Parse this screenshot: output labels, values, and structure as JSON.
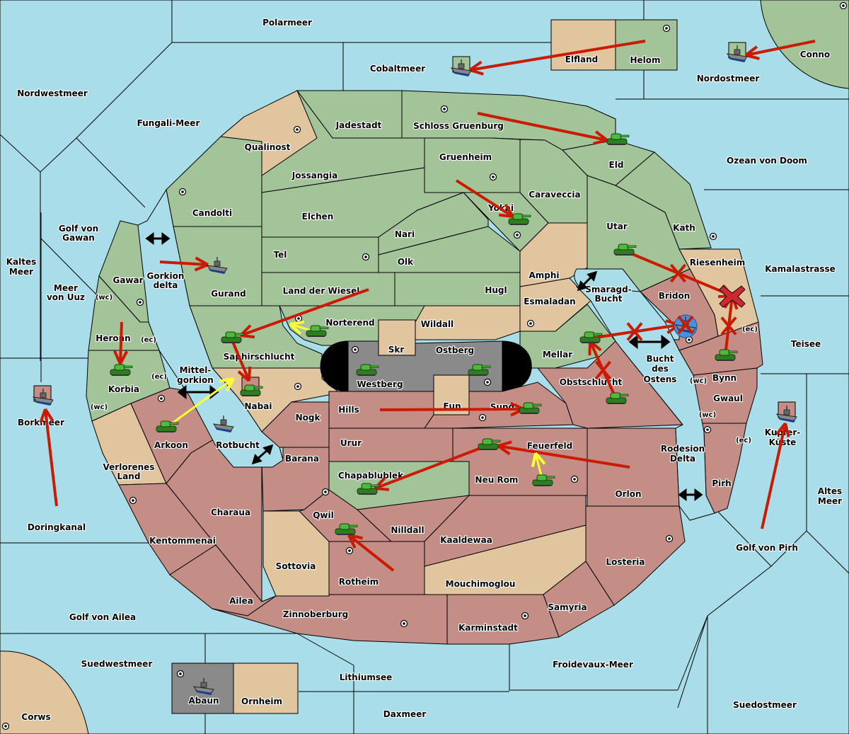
{
  "title": "Diplomacy Map",
  "colors": {
    "sea": "#a8dde9",
    "green_power": "#a3c499",
    "red_power": "#c48d86",
    "neutral": "#e1c59f",
    "grey_power": "#8a8a8a",
    "order_move": "#cc1a00",
    "order_support": "#ffff33",
    "convoy_arrow": "#000000",
    "dislodged_ring": "#4a90e0"
  },
  "seas": [
    {
      "name": "Polarmeer"
    },
    {
      "name": "Cobaltmeer"
    },
    {
      "name": "Nordostmeer"
    },
    {
      "name": "Nordwestmeer"
    },
    {
      "name": "Fungali-Meer"
    },
    {
      "name": "Ozean von Doom"
    },
    {
      "name": "Golf von Gawan"
    },
    {
      "name": "Kaltes Meer"
    },
    {
      "name": "Meer von Uuz"
    },
    {
      "name": "Kamalastrasse"
    },
    {
      "name": "Teisee"
    },
    {
      "name": "Borkmeer"
    },
    {
      "name": "Doringkanal"
    },
    {
      "name": "Altes Meer"
    },
    {
      "name": "Golf von Pirh"
    },
    {
      "name": "Golf von Ailea"
    },
    {
      "name": "Suedwestmeer"
    },
    {
      "name": "Lithiumsee"
    },
    {
      "name": "Daxmeer"
    },
    {
      "name": "Froidevaux-Meer"
    },
    {
      "name": "Suedostmeer"
    },
    {
      "name": "Gorkion delta"
    },
    {
      "name": "Mittel-gorkion"
    },
    {
      "name": "Rotbucht"
    },
    {
      "name": "Smaragd-Bucht"
    },
    {
      "name": "Bucht des Ostens"
    },
    {
      "name": "Rodesion Delta"
    },
    {
      "name": "Kupfer-Küste"
    }
  ],
  "labels": {
    "polarmeer": "Polarmeer",
    "cobaltmeer": "Cobaltmeer",
    "nordostmeer": "Nordostmeer",
    "nordwestmeer": "Nordwestmeer",
    "fungali": "Fungali-Meer",
    "ozean": "Ozean von Doom",
    "gawan1": "Golf von",
    "gawan2": "Gawan",
    "kaltes1": "Kaltes",
    "kaltes2": "Meer",
    "uuz1": "Meer",
    "uuz2": "von Uuz",
    "kamala": "Kamalastrasse",
    "teisee": "Teisee",
    "borkmeer": "Borkmeer",
    "doring": "Doringkanal",
    "altes1": "Altes",
    "altes2": "Meer",
    "golfpirh": "Golf von Pirh",
    "golfailea": "Golf von Ailea",
    "suedwest": "Suedwestmeer",
    "lithium": "Lithiumsee",
    "daxmeer": "Daxmeer",
    "froidevaux": "Froidevaux-Meer",
    "suedost": "Suedostmeer",
    "gorkion1": "Gorkion",
    "gorkion2": "delta",
    "mittel1": "Mittel-",
    "mittel2": "gorkion",
    "rotbucht": "Rotbucht",
    "smaragd1": "Smaragd-",
    "smaragd2": "Bucht",
    "bucht1": "Bucht",
    "bucht2": "des",
    "bucht3": "Ostens",
    "rodesion1": "Rodesion",
    "rodesion2": "Delta",
    "kupfer1": "Kupfer-",
    "kupfer2": "Küste",
    "elfland": "Elfland",
    "helom": "Helom",
    "conno": "Conno",
    "jadestadt": "Jadestadt",
    "schloss": "Schloss Gruenburg",
    "qualinost": "Qualinost",
    "jossangia": "Jossangia",
    "gruenheim": "Gruenheim",
    "caraveccia": "Caraveccia",
    "eld": "Eld",
    "candolti": "Candolti",
    "elchen": "Elchen",
    "nari": "Nari",
    "yokai": "Yokai",
    "utar": "Utar",
    "kath": "Kath",
    "tel": "Tel",
    "olk": "Olk",
    "gurand": "Gurand",
    "gawar": "Gawar",
    "amphi": "Amphi",
    "riesenheim": "Riesenheim",
    "landwiesel": "Land der Wiesel",
    "hugl": "Hugl",
    "bridon": "Bridon",
    "esmaladan": "Esmaladan",
    "norterend": "Norterend",
    "wildall": "Wildall",
    "skr": "Skr",
    "heronn": "Heronn",
    "ostberg": "Ostberg",
    "mellar": "Mellar",
    "saphir": "Saphirschlucht",
    "bynn": "Bynn",
    "korbia": "Korbia",
    "westberg": "Westberg",
    "obst": "Obstschlucht",
    "nabai": "Nabai",
    "gwaul": "Gwaul",
    "hills": "Hills",
    "eun": "Eun",
    "sund": "Sund",
    "nogk": "Nogk",
    "arkoon": "Arkoon",
    "urur": "Urur",
    "feuerfeld": "Feuerfeld",
    "barana": "Barana",
    "verl1": "Verlorenes",
    "verl2": "Land",
    "chapa": "Chapablublek",
    "neurom": "Neu Rom",
    "orlon": "Orlon",
    "pirh": "Pirh",
    "charaua": "Charaua",
    "qwil": "Qwil",
    "nilldall": "Nilldall",
    "kaaldewaa": "Kaaldewaa",
    "kentommenai": "Kentommenai",
    "sottovia": "Sottovia",
    "rotheim": "Rotheim",
    "losteria": "Losteria",
    "mouchi": "Mouchimoglou",
    "ailea": "Ailea",
    "samyria": "Samyria",
    "zinnoberburg": "Zinnoberburg",
    "karminstadt": "Karminstadt",
    "abaun": "Abaun",
    "ornheim": "Ornheim",
    "corws": "Corws"
  },
  "coast_tags": {
    "wc": "(wc)",
    "ec": "(ec)"
  },
  "units": [
    {
      "type": "fleet",
      "province": "Cobaltmeer",
      "power": "green"
    },
    {
      "type": "fleet",
      "province": "Nordostmeer",
      "power": "green"
    },
    {
      "type": "army",
      "province": "Eld",
      "power": "green"
    },
    {
      "type": "army",
      "province": "Yokai",
      "power": "green"
    },
    {
      "type": "fleet",
      "province": "Gurand",
      "power": "green"
    },
    {
      "type": "army",
      "province": "Utar",
      "power": "green"
    },
    {
      "type": "army",
      "province": "Saphirschlucht",
      "power": "green"
    },
    {
      "type": "army",
      "province": "Norterend",
      "power": "green"
    },
    {
      "type": "army",
      "province": "Korbia",
      "power": "green"
    },
    {
      "type": "army",
      "province": "Westberg",
      "power": "green"
    },
    {
      "type": "army",
      "province": "Ostberg",
      "power": "green"
    },
    {
      "type": "army",
      "province": "Mellar",
      "power": "green"
    },
    {
      "type": "fleet",
      "province": "Bridon",
      "power": "red",
      "dislodged": true
    },
    {
      "type": "army",
      "province": "Bynn",
      "power": "green"
    },
    {
      "type": "army",
      "province": "Nabai",
      "power": "red"
    },
    {
      "type": "fleet",
      "province": "Borkmeer",
      "power": "red"
    },
    {
      "type": "army",
      "province": "Arkoon",
      "power": "green"
    },
    {
      "type": "fleet",
      "province": "Rotbucht",
      "power": "green"
    },
    {
      "type": "army",
      "province": "Sund",
      "power": "green"
    },
    {
      "type": "army",
      "province": "Obstschlucht",
      "power": "green"
    },
    {
      "type": "army",
      "province": "Feuerfeld",
      "power": "green"
    },
    {
      "type": "army",
      "province": "Chapablublek",
      "power": "green"
    },
    {
      "type": "army",
      "province": "Neu Rom",
      "power": "green"
    },
    {
      "type": "army",
      "province": "Qwil",
      "power": "green"
    },
    {
      "type": "fleet",
      "province": "Kupfer-Küste",
      "power": "red"
    },
    {
      "type": "fleet",
      "province": "Abaun",
      "power": "grey"
    }
  ],
  "orders": [
    {
      "kind": "move",
      "from": "Helom",
      "to": "Cobaltmeer"
    },
    {
      "kind": "move",
      "from": "Conno",
      "to": "Nordostmeer"
    },
    {
      "kind": "move",
      "from": "Schloss Gruenburg",
      "to": "Eld"
    },
    {
      "kind": "move",
      "from": "Gruenheim",
      "to": "Yokai"
    },
    {
      "kind": "move",
      "from": "Gorkion delta",
      "to": "Gurand"
    },
    {
      "kind": "move",
      "from": "Land der Wiesel",
      "to": "Saphirschlucht"
    },
    {
      "kind": "support",
      "from": "Norterend",
      "to": "Saphirschlucht"
    },
    {
      "kind": "move",
      "from": "Gawar",
      "to": "Korbia"
    },
    {
      "kind": "move",
      "from": "Utar",
      "to": "Riesenheim",
      "failed": true
    },
    {
      "kind": "move",
      "from": "Bynn",
      "to": "Riesenheim",
      "failed": true
    },
    {
      "kind": "move",
      "from": "Mellar",
      "to": "Bridon",
      "failed": true
    },
    {
      "kind": "move",
      "from": "Obstschlucht",
      "to": "Mellar",
      "failed": true
    },
    {
      "kind": "move",
      "from": "Hills",
      "to": "Sund"
    },
    {
      "kind": "move",
      "from": "Orlon",
      "to": "Feuerfeld"
    },
    {
      "kind": "move",
      "from": "Feuerfeld",
      "to": "Chapablublek"
    },
    {
      "kind": "support",
      "from": "Neu Rom",
      "to": "Feuerfeld"
    },
    {
      "kind": "move",
      "from": "Rotheim",
      "to": "Qwil"
    },
    {
      "kind": "move",
      "from": "Doringkanal",
      "to": "Borkmeer"
    },
    {
      "kind": "move",
      "from": "Golf von Pirh",
      "to": "Kupfer-Küste"
    },
    {
      "kind": "move",
      "from": "Saphirschlucht",
      "to": "Nabai"
    },
    {
      "kind": "support",
      "from": "Arkoon",
      "to": "Nabai"
    }
  ]
}
